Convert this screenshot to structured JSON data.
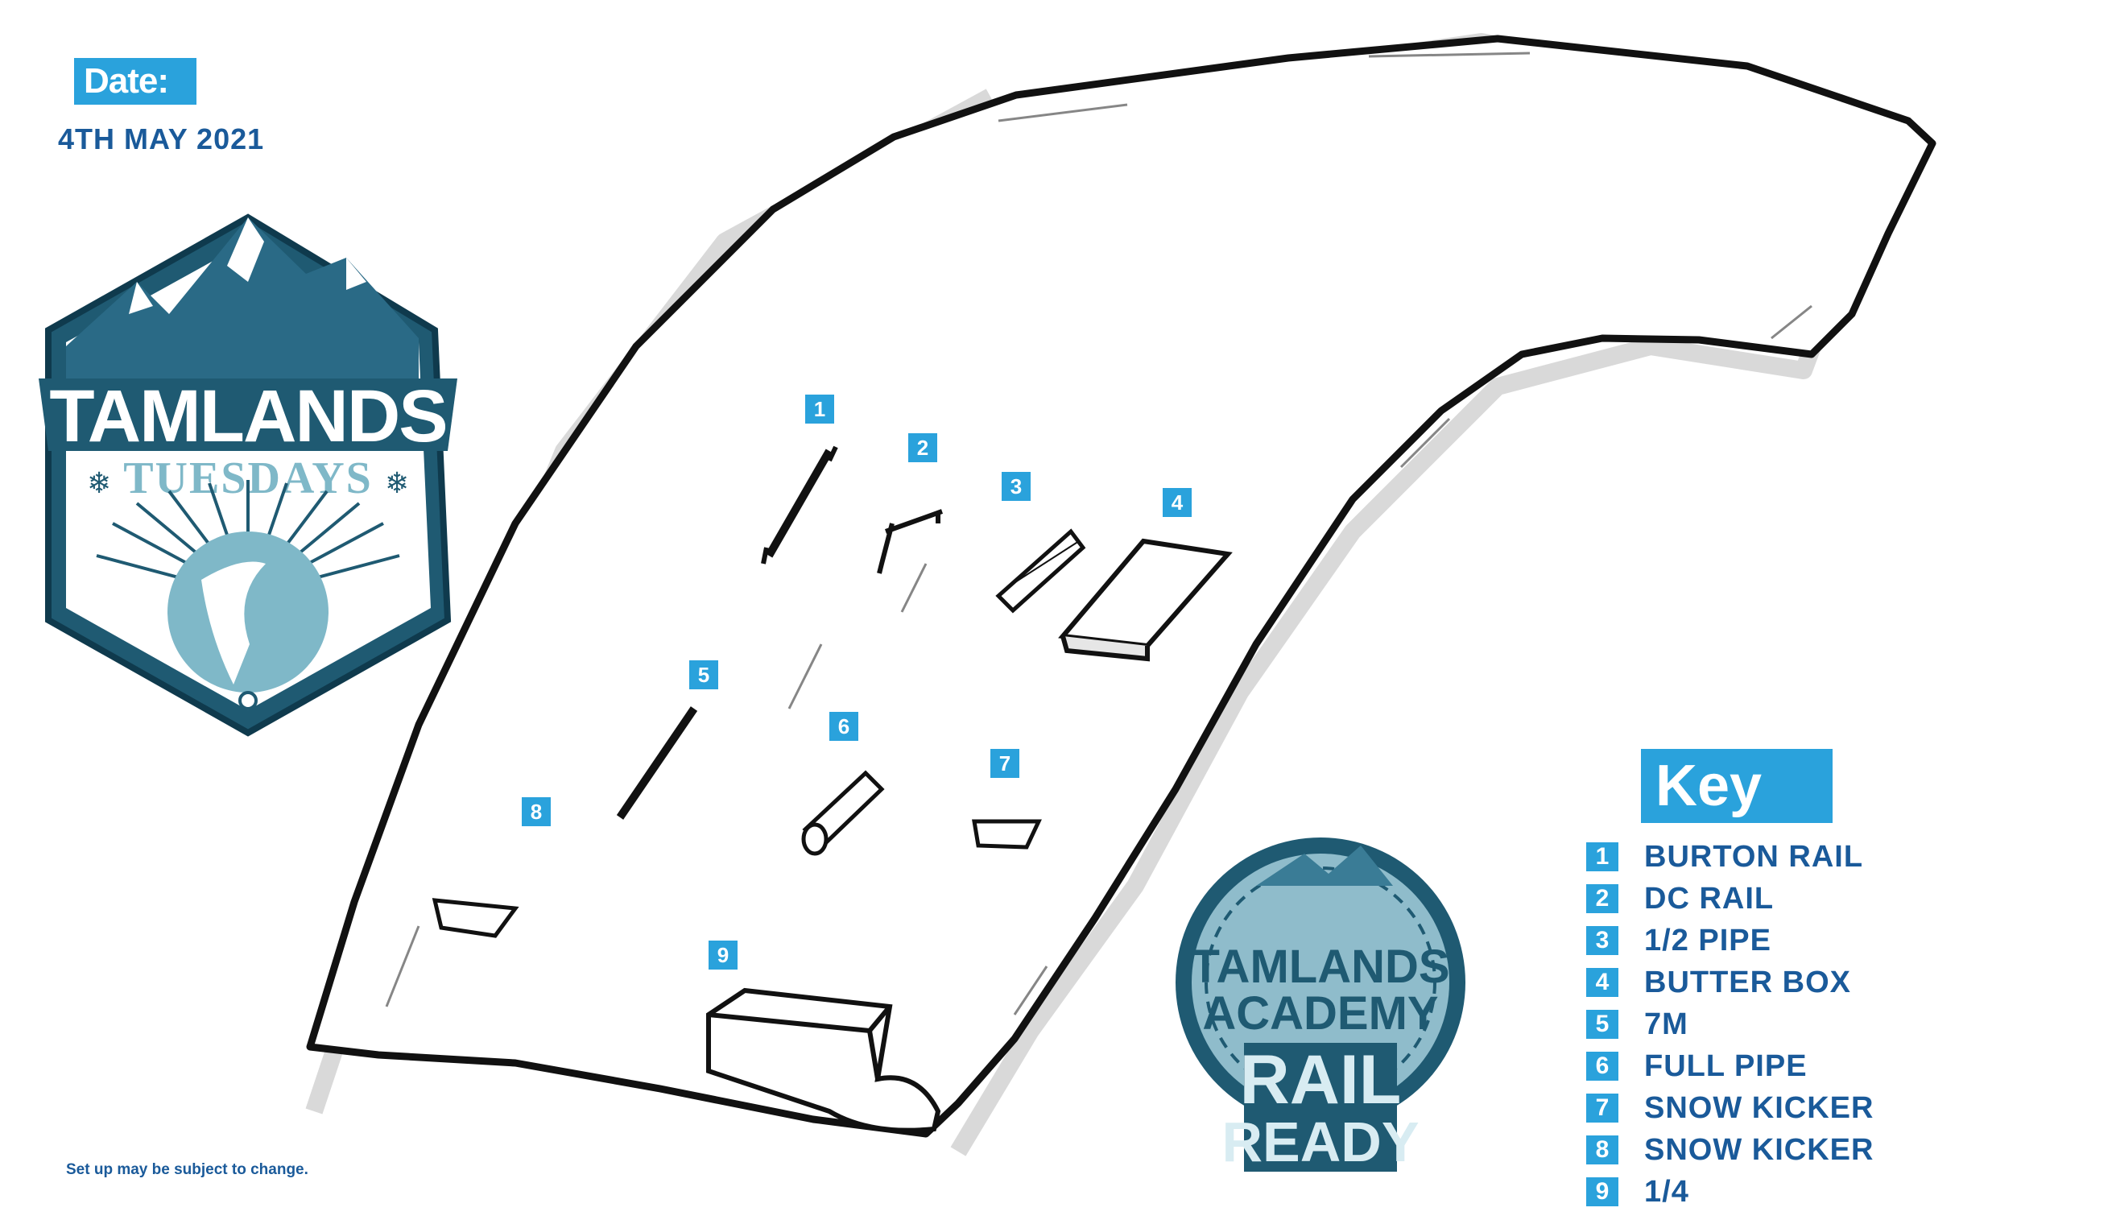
{
  "header": {
    "date_label": "Date:",
    "date_value": "4TH MAY 2021"
  },
  "logo_tuesdays": {
    "line1": "TAMLANDS",
    "line2": "TUESDAYS"
  },
  "logo_academy": {
    "line1": "TAMLANDS",
    "line2": "ACADEMY",
    "line3": "RAIL",
    "line4": "READY"
  },
  "map_markers": [
    "1",
    "2",
    "3",
    "4",
    "5",
    "6",
    "7",
    "8",
    "9"
  ],
  "key": {
    "title": "Key",
    "items": [
      {
        "num": "1",
        "label": "BURTON RAIL"
      },
      {
        "num": "2",
        "label": "DC RAIL"
      },
      {
        "num": "3",
        "label": "1/2 PIPE"
      },
      {
        "num": "4",
        "label": "BUTTER BOX"
      },
      {
        "num": "5",
        "label": "7M"
      },
      {
        "num": "6",
        "label": "FULL PIPE"
      },
      {
        "num": "7",
        "label": "SNOW KICKER"
      },
      {
        "num": "8",
        "label": "SNOW KICKER"
      },
      {
        "num": "9",
        "label": "1/4"
      }
    ]
  },
  "footer": {
    "note": "Set up may be subject to change."
  },
  "colors": {
    "accent": "#2aa2dc",
    "text_blue": "#1a5a9a",
    "badge_dark": "#1f5a72",
    "badge_light": "#7fb8c8"
  }
}
